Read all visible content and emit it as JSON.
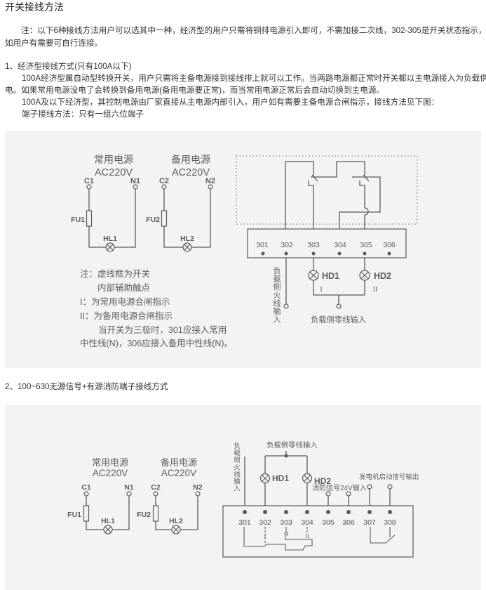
{
  "document": {
    "title": "开关接线方法",
    "intro_lines": [
      "注：以下6种接线方法用户可以选其中一种，经济型的用户只需将铜排电源引入即可，不需加接二次线，302-305是开关状态指示，",
      "如用户有需要可自行连接。"
    ],
    "section1": {
      "heading": "1、经济型接线方式(只有100A以下)",
      "para1_lines": [
        "100A经济型属自动型转换开关，用户只需将主备电源接到接线排上就可以工作。当两路电源都正常时开关都以主电源接入为负载供",
        "电。如果常用电源没电了会转换到备用电源(备用电源要正常)，而当常用电源正常后会自动切换到主电源。"
      ],
      "para2": "100A及以下经济型，其控制电源由厂家直接从主电源内部引入，用户如有需要主备电源合闸指示，接线方法见下图：",
      "para3": "端子接线方法：只有一组六位端子"
    },
    "section2": {
      "heading": "2、100~630无源信号+有源消防端子接线方式"
    }
  },
  "diagram1": {
    "sources": [
      {
        "name": "常用电源",
        "voltage": "AC220V",
        "live": "C1",
        "neutral": "N1",
        "fuse": "FU1",
        "lamp": "HL1"
      },
      {
        "name": "备用电源",
        "voltage": "AC220V",
        "live": "C2",
        "neutral": "N2",
        "fuse": "FU2",
        "lamp": "HL2"
      }
    ],
    "terminals": [
      "301",
      "302",
      "303",
      "304",
      "305",
      "306"
    ],
    "indicators": [
      {
        "label": "HD1",
        "numeral": "I"
      },
      {
        "label": "HD2",
        "numeral": "II"
      }
    ],
    "load_live_input": "负载侧火线输入",
    "load_neutral_input": "负载侧零线输入",
    "notes": [
      "注：虚线框为开关",
      "内部辅助触点",
      "I：为常用电源合闸指示",
      "II：为备用电源合闸指示",
      "当开关为三极时，301应接入常用",
      "中性线(N)，306应接入备用中性线(N)。"
    ]
  },
  "diagram2": {
    "sources": [
      {
        "name": "常用电源",
        "voltage": "AC220V",
        "live": "C1",
        "neutral": "N1",
        "fuse": "FU1",
        "lamp": "HL1"
      },
      {
        "name": "备用电源",
        "voltage": "AC220V",
        "live": "C2",
        "neutral": "N2",
        "fuse": "FU2",
        "lamp": "HL2"
      }
    ],
    "terminals": [
      "301",
      "302",
      "303",
      "304",
      "305",
      "306",
      "307",
      "308"
    ],
    "indicators": [
      {
        "label": "HD1"
      },
      {
        "label": "HD2"
      }
    ],
    "contact_numerals": [
      "I",
      "II"
    ],
    "load_live_input": "负载侧火线输入",
    "load_neutral_input": "负载侧零线输入",
    "fire_signal_input": "消防信号24V输入",
    "generator_start_output": "发电机启动信号输出"
  },
  "colors": {
    "page_background": "#ffffff",
    "text": "#333333",
    "title": "#222222",
    "diagram_background": "#f3f3f3",
    "diagram_line": "#5a5a5a",
    "diagram_text": "#5e5e5e",
    "switch_outline_dotted": "#8a8a8a"
  }
}
